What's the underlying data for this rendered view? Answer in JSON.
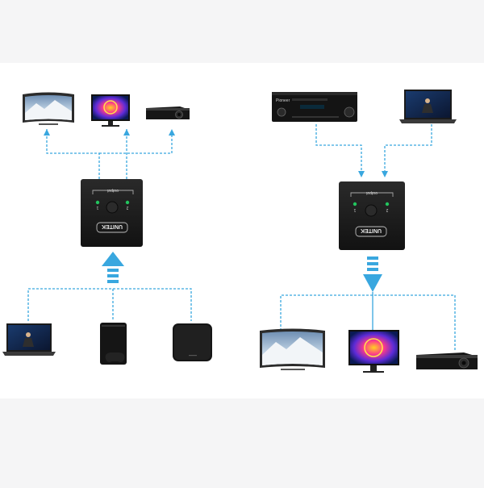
{
  "colors": {
    "outer_background": "#f5f5f6",
    "panel_background": "#ffffff",
    "connector": "#39a7df",
    "switch_body": "#1c1c1c",
    "port_led": "#22c55e"
  },
  "switch_left": {
    "port_label": "output",
    "port_1": "1",
    "port_2": "2",
    "brand": "UNITEK"
  },
  "switch_right": {
    "port_label": "output",
    "port_1": "1",
    "port_2": "2",
    "brand": "UNITEK"
  },
  "devices": {
    "left_outputs": [
      "tv-icon",
      "monitor-icon",
      "projector-icon"
    ],
    "left_inputs": [
      "laptop-icon",
      "game-console-icon",
      "media-box-icon"
    ],
    "right_inputs": [
      "av-receiver-icon",
      "laptop-icon"
    ],
    "right_outputs": [
      "tv-icon",
      "monitor-icon",
      "projector-icon"
    ]
  },
  "receiver_brand": "Pioneer"
}
